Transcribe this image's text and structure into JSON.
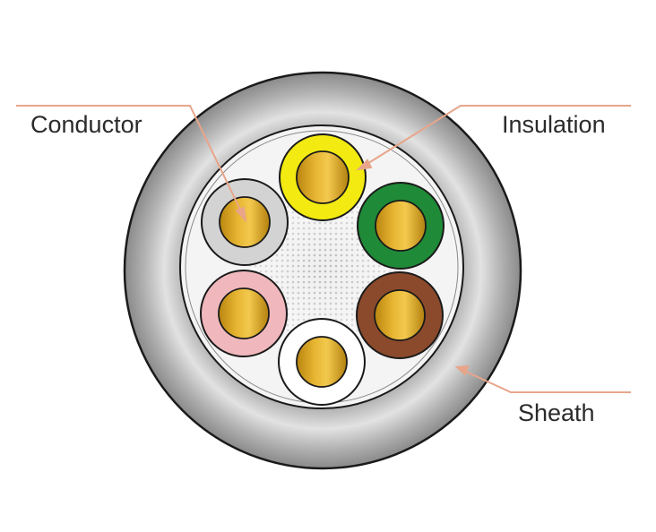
{
  "labels": {
    "conductor": "Conductor",
    "insulation": "Insulation",
    "sheath": "Sheath"
  },
  "colors": {
    "sheath": "#9a9a9a",
    "sheath_highlight": "#d9d9d9",
    "filler": "#e4e4e4",
    "leader_line": "#e8a58a",
    "conductor": "#d9a21e",
    "insulation_yellow": "#f2ea10",
    "insulation_green": "#1f8a37",
    "insulation_brown": "#8b4a2b",
    "insulation_white": "#ffffff",
    "insulation_pink": "#f0b8bd",
    "insulation_grey": "#d3d3d3"
  },
  "cores": [
    {
      "name": "core-yellow",
      "insulation": "yellow"
    },
    {
      "name": "core-green",
      "insulation": "green"
    },
    {
      "name": "core-brown",
      "insulation": "brown"
    },
    {
      "name": "core-white",
      "insulation": "white"
    },
    {
      "name": "core-pink",
      "insulation": "pink"
    },
    {
      "name": "core-grey",
      "insulation": "grey"
    }
  ]
}
